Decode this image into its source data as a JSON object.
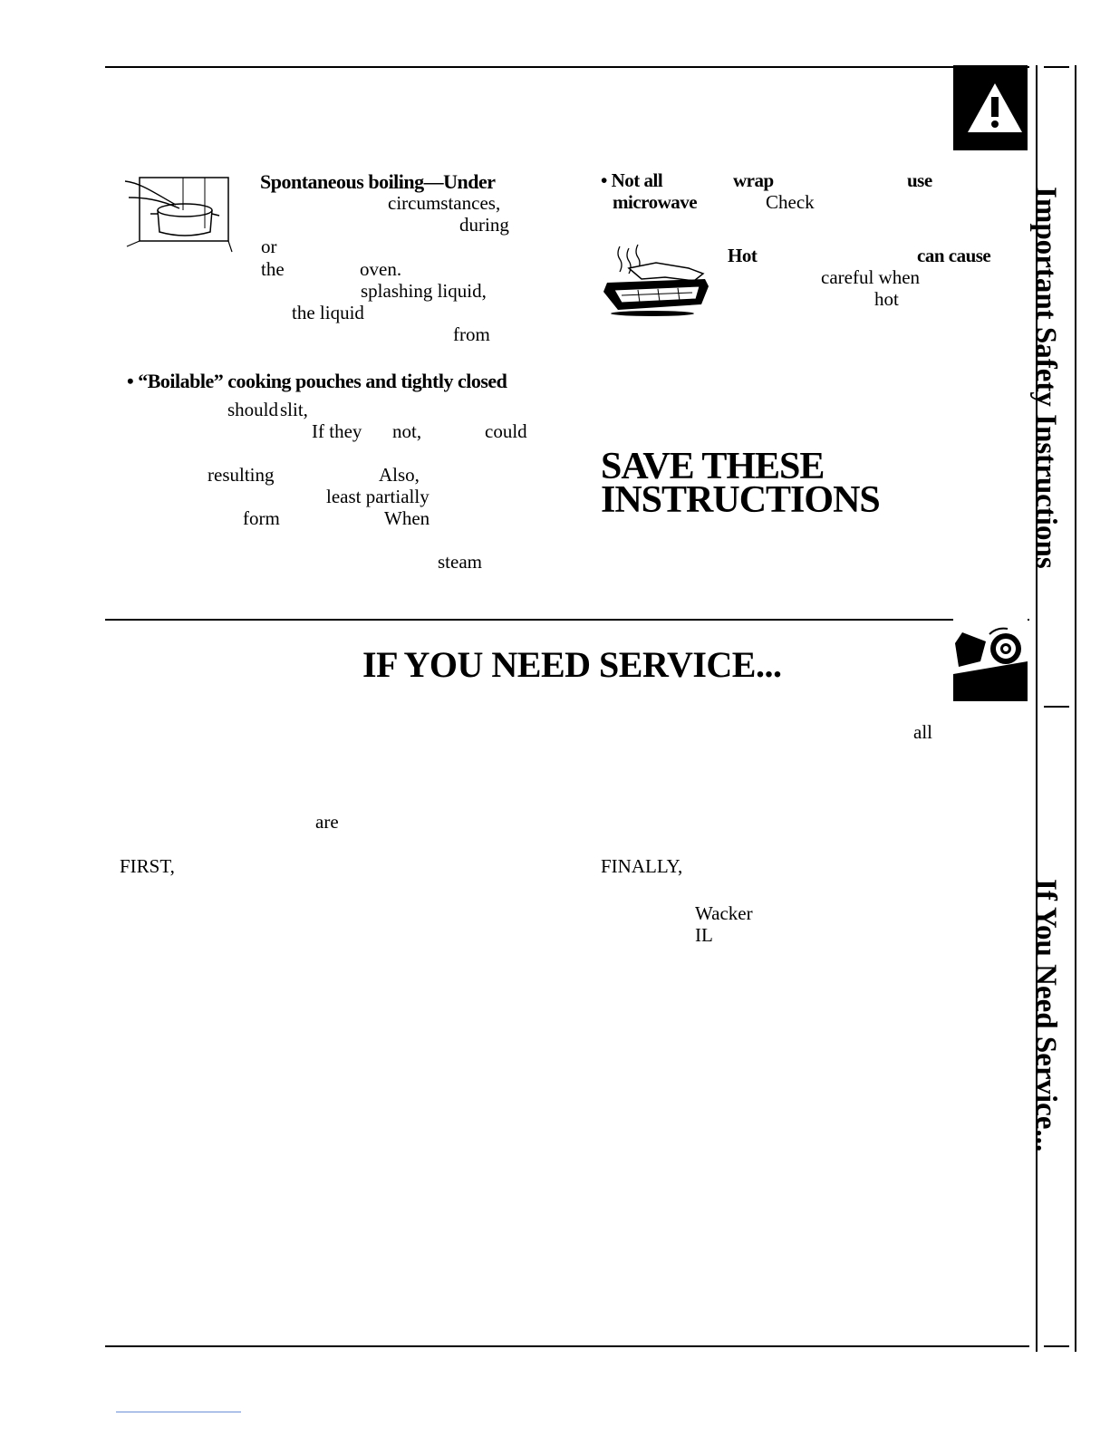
{
  "safety": {
    "spontaneous_title": "Spontaneous boiling—Under",
    "circumstances": "circumstances,",
    "during": "during",
    "or": "or",
    "the_1": "the",
    "oven": "oven.",
    "splashing": "splashing liquid,",
    "the_liquid": "the liquid",
    "from": "from",
    "boilable": "• “Boilable” cooking pouches and tightly closed",
    "should": "should",
    "slit": "slit,",
    "ifthey": "If they",
    "not": "not,",
    "could": "could",
    "resulting": "resulting",
    "also": "Also,",
    "least_partially": "least partially",
    "form": "form",
    "when": "When",
    "steam": "steam",
    "not_all": "• Not all",
    "wrap": "wrap",
    "use": "use",
    "microwave": "microwave",
    "check": "Check",
    "hot": "Hot",
    "can_cause": "can cause",
    "careful_when": "careful when",
    "hot_2": "hot",
    "save_line1": "SAVE  THESE",
    "save_line2": "INSTRUCTIONS"
  },
  "service": {
    "title": "IF YOU NEED SERVICE...",
    "all": "all",
    "are": "are",
    "first": "FIRST,",
    "finally": "FINALLY,",
    "wacker": "Wacker",
    "il": "IL"
  },
  "sidebar": {
    "tab1": "Important Safety Instructions",
    "tab2": "If You Need Service..."
  }
}
